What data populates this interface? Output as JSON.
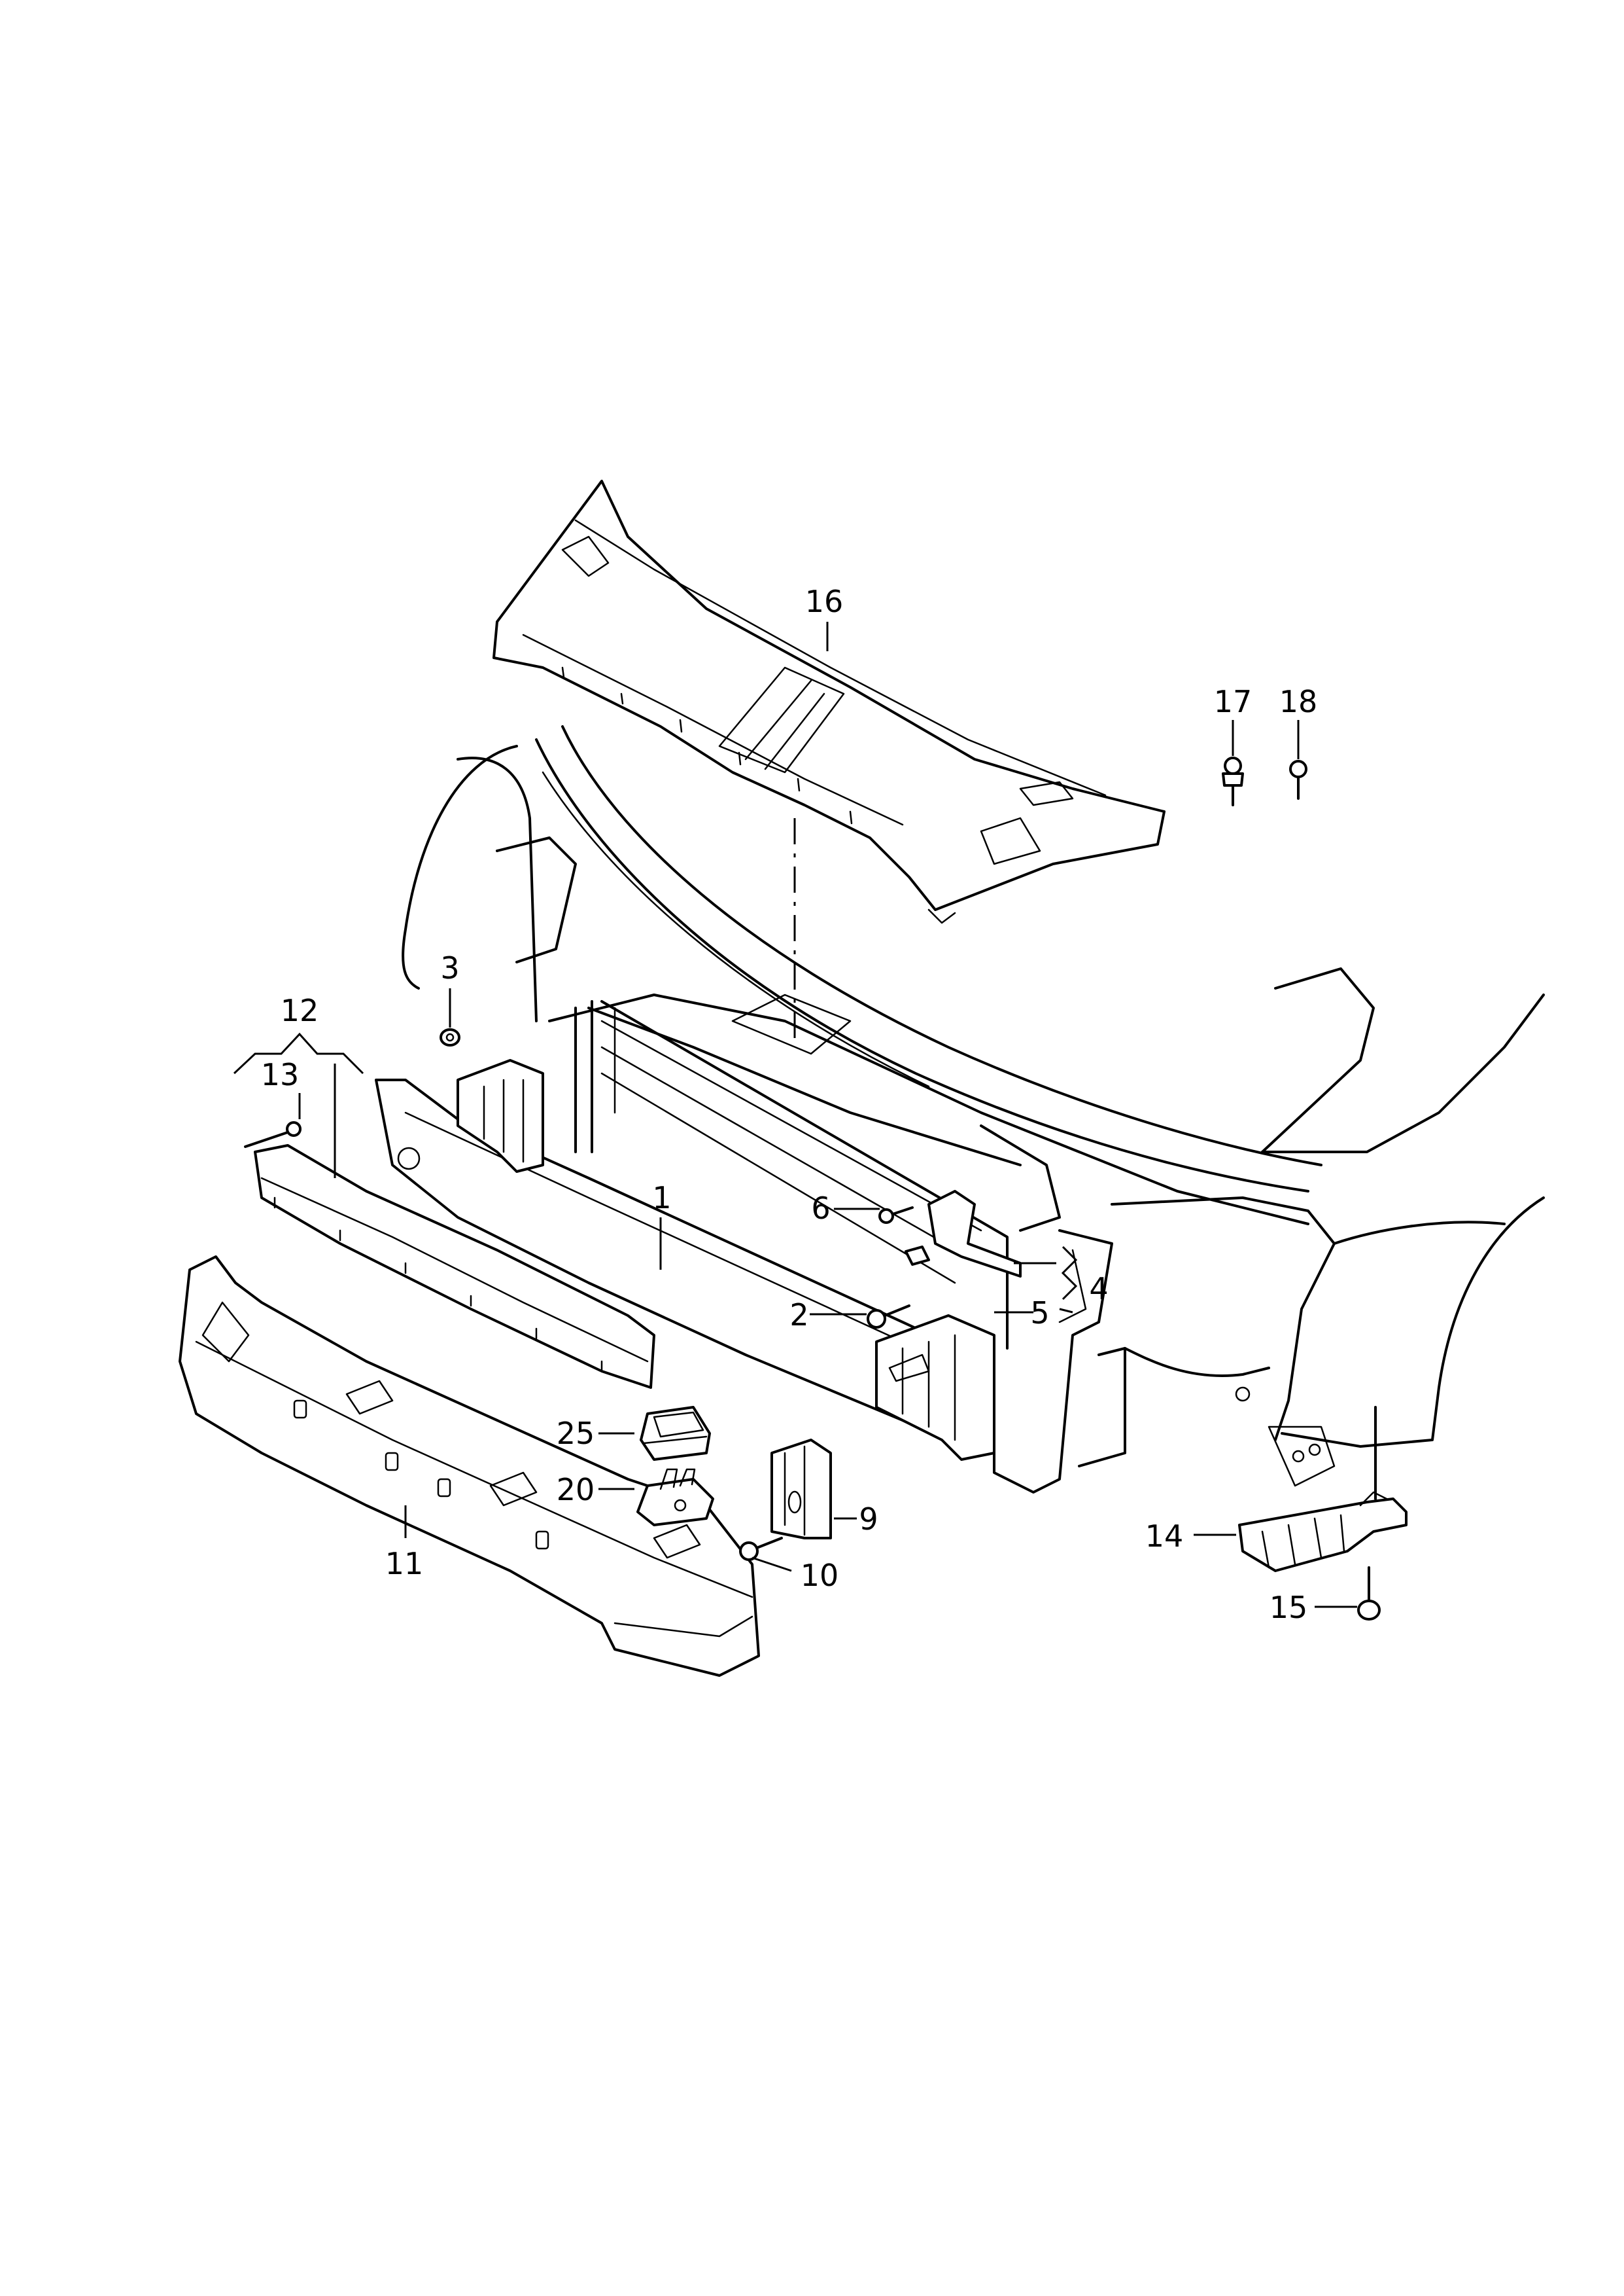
{
  "callouts": {
    "c1": "1",
    "c2": "2",
    "c3": "3",
    "c4": "4",
    "c5": "5",
    "c6": "6",
    "c9": "9",
    "c10": "10",
    "c11": "11",
    "c12": "12",
    "c13": "13",
    "c14": "14",
    "c15": "15",
    "c16": "16",
    "c17": "17",
    "c18": "18",
    "c20": "20",
    "c25": "25"
  }
}
